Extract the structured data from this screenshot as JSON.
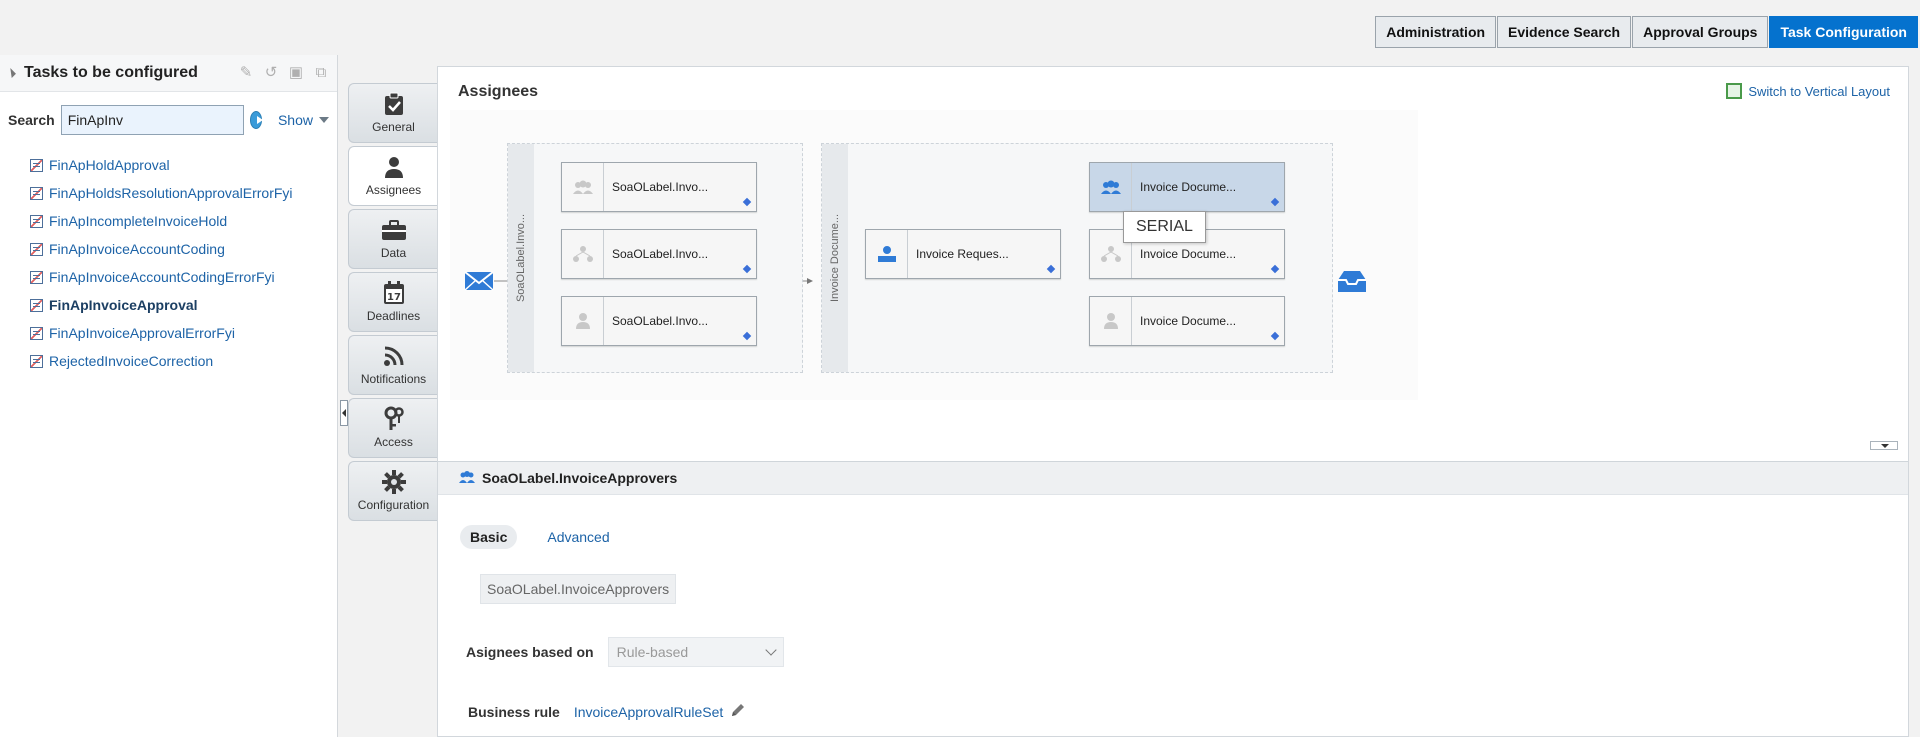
{
  "top_tabs": [
    {
      "label": "Administration",
      "active": false
    },
    {
      "label": "Evidence Search",
      "active": false
    },
    {
      "label": "Approval Groups",
      "active": false
    },
    {
      "label": "Task Configuration",
      "active": true
    }
  ],
  "left_panel": {
    "title": "Tasks to be configured",
    "search": {
      "label": "Search",
      "value": "FinApInv",
      "show_label": "Show"
    },
    "tasks": [
      {
        "label": "FinApHoldApproval",
        "selected": false
      },
      {
        "label": "FinApHoldsResolutionApprovalErrorFyi",
        "selected": false
      },
      {
        "label": "FinApIncompleteInvoiceHold",
        "selected": false
      },
      {
        "label": "FinApInvoiceAccountCoding",
        "selected": false
      },
      {
        "label": "FinApInvoiceAccountCodingErrorFyi",
        "selected": false
      },
      {
        "label": "FinApInvoiceApproval",
        "selected": true
      },
      {
        "label": "FinApInvoiceApprovalErrorFyi",
        "selected": false
      },
      {
        "label": "RejectedInvoiceCorrection",
        "selected": false
      }
    ]
  },
  "vtabs": [
    {
      "label": "General",
      "icon": "clipboard-check-icon"
    },
    {
      "label": "Assignees",
      "icon": "person-icon",
      "active": true
    },
    {
      "label": "Data",
      "icon": "briefcase-icon"
    },
    {
      "label": "Deadlines",
      "icon": "calendar-icon"
    },
    {
      "label": "Notifications",
      "icon": "rss-icon"
    },
    {
      "label": "Access",
      "icon": "keys-icon"
    },
    {
      "label": "Configuration",
      "icon": "gear-icon"
    }
  ],
  "main": {
    "title": "Assignees",
    "switch_link": "Switch to Vertical Layout",
    "diagram": {
      "lane1_label": "SoaOLabel.Invo...",
      "lane2_label": "Invoice Docume...",
      "lane1_nodes": [
        "SoaOLabel.Invo...",
        "SoaOLabel.Invo...",
        "SoaOLabel.Invo..."
      ],
      "request_node": "Invoice Reques...",
      "lane2_nodes": [
        "Invoice Docume...",
        "Invoice Docume...",
        "Invoice Docume..."
      ],
      "tooltip": "SERIAL"
    },
    "detail": {
      "title": "SoaOLabel.InvoiceApprovers",
      "tabs": [
        {
          "label": "Basic",
          "active": true
        },
        {
          "label": "Advanced",
          "active": false
        }
      ],
      "name_value": "SoaOLabel.InvoiceApprovers",
      "assignees_label": "Asignees based on",
      "assignees_value": "Rule-based",
      "business_rule_label": "Business rule",
      "business_rule_value": "InvoiceApprovalRuleSet"
    }
  },
  "colors": {
    "accent": "#0572ce",
    "link": "#1d63a7",
    "node_highlight": "#c8d7e8"
  }
}
